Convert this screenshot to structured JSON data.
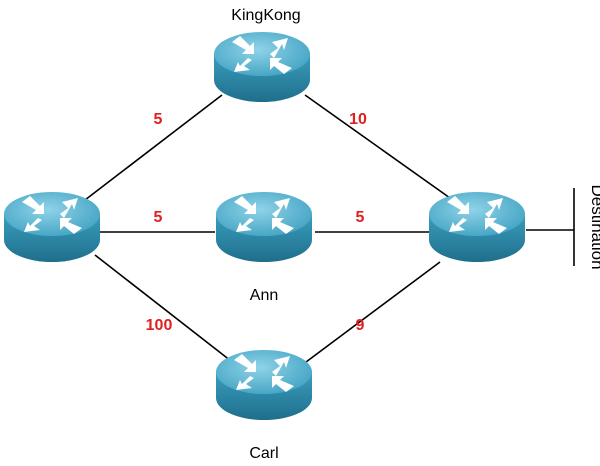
{
  "colors": {
    "router_body": "#2f8fb0",
    "router_top": "#6cc0da",
    "router_dark": "#1c6a86",
    "metric": "#e02020"
  },
  "routers": {
    "kingkong": {
      "label": "KingKong",
      "icon": "router-icon"
    },
    "ann": {
      "label": "Ann",
      "icon": "router-icon"
    },
    "carl": {
      "label": "Carl",
      "icon": "router-icon"
    },
    "left": {
      "label": "",
      "icon": "router-icon"
    },
    "right": {
      "label": "",
      "icon": "router-icon"
    }
  },
  "links": {
    "left_kingkong": {
      "metric": "5"
    },
    "kingkong_right": {
      "metric": "10"
    },
    "left_ann": {
      "metric": "5"
    },
    "ann_right": {
      "metric": "5"
    },
    "left_carl": {
      "metric": "100"
    },
    "carl_right": {
      "metric": "9"
    }
  },
  "destination": {
    "label": "Destination"
  }
}
